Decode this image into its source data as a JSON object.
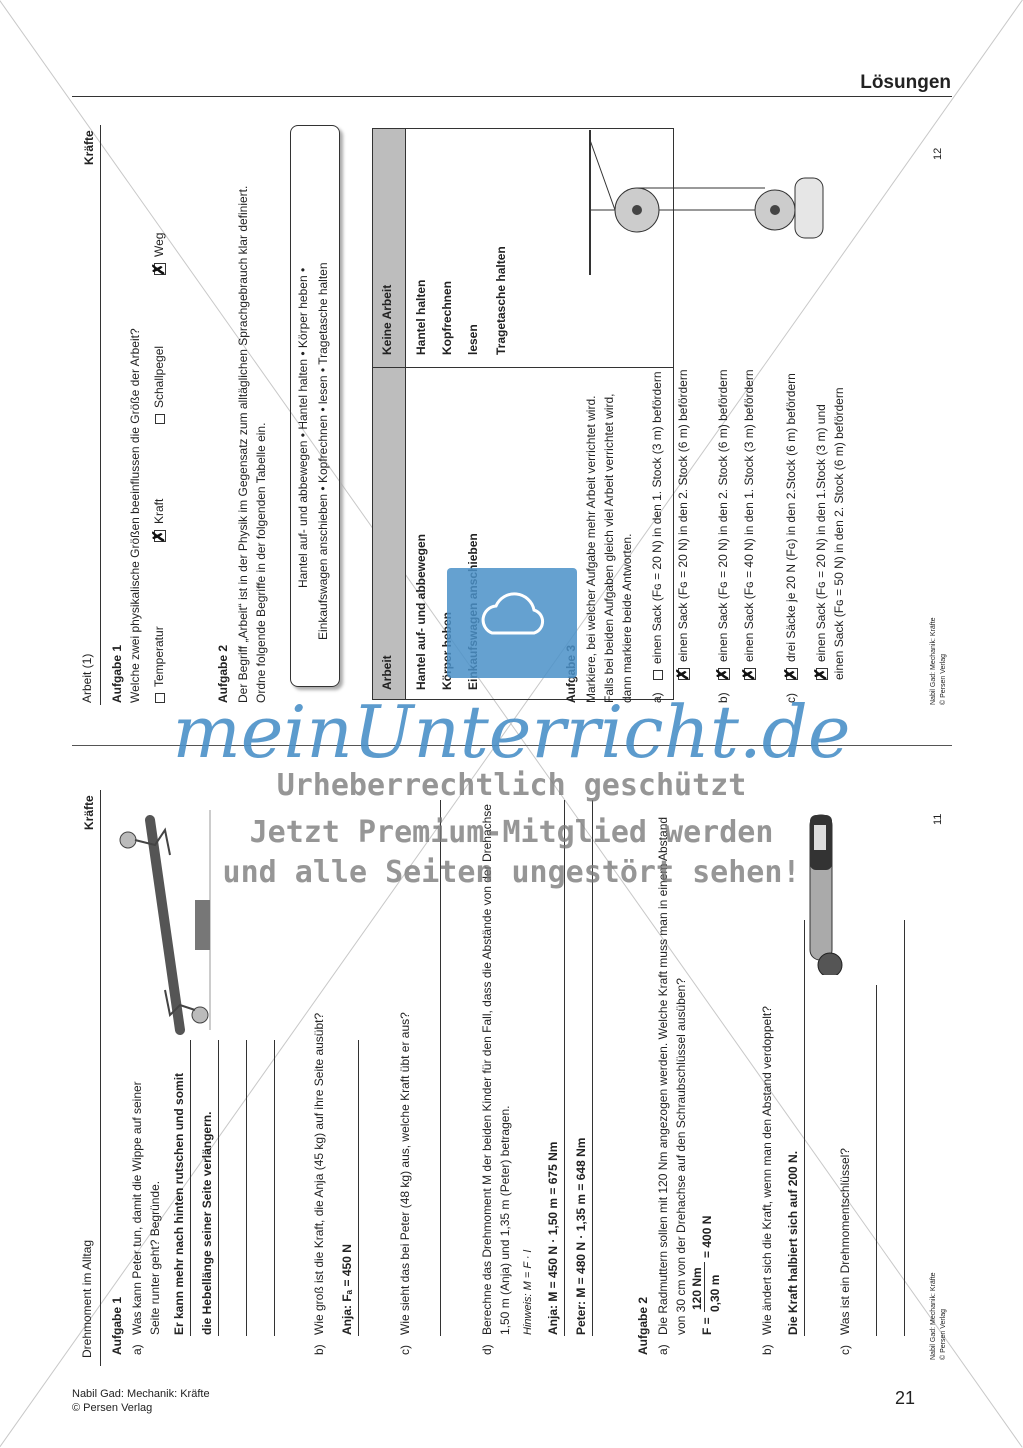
{
  "header": {
    "title": "Lösungen",
    "page_number": "21",
    "publisher": "Nabil Gad: Mechanik: Kräfte",
    "copyright": "© Persen Verlag"
  },
  "left_page": {
    "title": "Drehmoment im Alltag",
    "category": "Kräfte",
    "page_no": "11",
    "footer_line1": "Nabil Gad: Mechanik: Kräfte",
    "footer_line2": "© Persen Verlag",
    "a1": {
      "heading": "Aufgabe 1",
      "a_label": "a)",
      "a_q1": "Was kann Peter tun, damit die Wippe auf seiner",
      "a_q2": "Seite runter geht? Begründe.",
      "a_ans1": "Er kann mehr nach hinten rutschen und somit",
      "a_ans2": "die Hebellänge seiner Seite verlängern.",
      "b_label": "b)",
      "b_q": "Wie groß ist die Kraft, die Anja (45 kg) auf ihre Seite ausübt?",
      "b_ans": "Anja: Fₐ = 450 N",
      "c_label": "c)",
      "c_q": "Wie sieht das bei Peter (48 kg) aus, welche Kraft übt er aus?",
      "d_label": "d)",
      "d_q1": "Berechne das Drehmoment M der beiden Kinder für den Fall, dass die Abstände von der Drehachse",
      "d_q2": "1,50 m (Anja) und 1,35 m (Peter) betragen.",
      "d_hint": "Hinweis: M = F · l",
      "d_ans1": "Anja:   M = 450 N · 1,50 m = 675 Nm",
      "d_ans2": "Peter:  M = 480 N · 1,35 m = 648 Nm"
    },
    "a2": {
      "heading": "Aufgabe 2",
      "a_label": "a)",
      "a_q1": "Die Radmuttern sollen mit 120 Nm angezogen werden. Welche Kraft muss man in einem Abstand",
      "a_q2": "von 30 cm von der Drehachse auf den Schraubschlüssel ausüben?",
      "a_num": "120 Nm",
      "a_lhs": "F =",
      "a_den": "0,30 m",
      "a_rhs": "= 400 N",
      "b_label": "b)",
      "b_q": "Wie ändert sich die Kraft, wenn man den Abstand verdoppelt?",
      "b_ans": "Die Kraft halbiert sich auf 200 N.",
      "c_label": "c)",
      "c_q": "Was ist ein Drehmomentschlüssel?"
    }
  },
  "right_page": {
    "title": "Arbeit (1)",
    "category": "Kräfte",
    "page_no": "12",
    "footer_line1": "Nabil Gad: Mechanik: Kräfte",
    "footer_line2": "© Persen Verlag",
    "a1": {
      "heading": "Aufgabe 1",
      "q": "Welche zwei physikalische Größen beeinflussen die Größe der Arbeit?",
      "opt1": "Temperatur",
      "opt2": "Kraft",
      "opt3": "Schallpegel",
      "opt4": "Weg"
    },
    "a2": {
      "heading": "Aufgabe 2",
      "q1": "Der Begriff „Arbeit“ ist in der Physik im Gegensatz zum alltäglichen Sprachgebrauch klar definiert.",
      "q2": "Ordne folgende Begriffe in der folgenden Tabelle ein.",
      "box_line1": "Hantel auf- und abbewegen  •  Hantel halten  •  Körper heben  •",
      "box_line2": "Einkaufswagen anschieben  •  Kopfrechnen  •  lesen  •  Tragetasche halten",
      "col1": "Arbeit",
      "col2": "Keine Arbeit",
      "col1_items": [
        "Hantel auf- und abbewegen",
        "Körper heben",
        "Einkaufswagen anschieben"
      ],
      "col2_items": [
        "Hantel halten",
        "Kopfrechnen",
        "lesen",
        "Tragetasche halten"
      ]
    },
    "a3": {
      "heading": "Aufgabe 3",
      "q1": "Markiere, bei welcher Aufgabe mehr Arbeit verrichtet wird.",
      "q2": "Falls bei beiden Aufgaben gleich viel Arbeit verrichtet wird,",
      "q3": "dann markiere beide Antworten.",
      "a_label": "a)",
      "a_opt1": "einen Sack (Fɢ = 20 N) in den 1. Stock (3 m) befördern",
      "a_opt2": "einen Sack (Fɢ = 20 N) in den 2. Stock (6 m) befördern",
      "b_label": "b)",
      "b_opt1": "einen Sack (Fɢ = 20 N) in den 2. Stock (6 m) befördern",
      "b_opt2": "einen Sack (Fɢ = 40 N) in den 1. Stock (3 m) befördern",
      "c_label": "c)",
      "c_opt1": "drei Säcke je 20 N (Fɢ) in den 2.Stock (6 m) befördern",
      "c_opt2a": "einen Sack (Fɢ = 20 N) in den 1.Stock (3 m) und",
      "c_opt2b": "einen Sack (Fɢ = 50 N) in den 2. Stock (6 m) befördern"
    }
  },
  "watermark": {
    "brand": "meinUnterricht.de",
    "line1": "Urheberrechtlich geschützt",
    "line2": "Jetzt Premium-Mitglied werden",
    "line3": "und alle Seiten ungestört sehen!"
  },
  "colors": {
    "brand": "#4a90c8",
    "watermark_text": "#787878"
  }
}
